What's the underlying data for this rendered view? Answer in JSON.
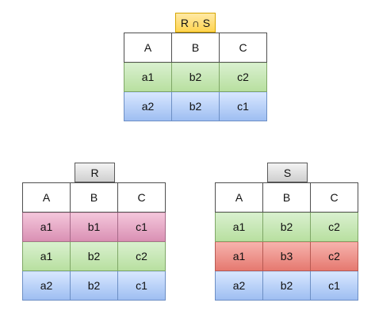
{
  "intersection": {
    "label": "R ∩ S",
    "header": [
      "A",
      "B",
      "C"
    ],
    "rows": [
      {
        "cells": [
          "a1",
          "b2",
          "c2"
        ],
        "color": "green"
      },
      {
        "cells": [
          "a2",
          "b2",
          "c1"
        ],
        "color": "blue"
      }
    ]
  },
  "relation_r": {
    "label": "R",
    "header": [
      "A",
      "B",
      "C"
    ],
    "rows": [
      {
        "cells": [
          "a1",
          "b1",
          "c1"
        ],
        "color": "pink"
      },
      {
        "cells": [
          "a1",
          "b2",
          "c2"
        ],
        "color": "green"
      },
      {
        "cells": [
          "a2",
          "b2",
          "c1"
        ],
        "color": "blue"
      }
    ]
  },
  "relation_s": {
    "label": "S",
    "header": [
      "A",
      "B",
      "C"
    ],
    "rows": [
      {
        "cells": [
          "a1",
          "b2",
          "c2"
        ],
        "color": "green"
      },
      {
        "cells": [
          "a1",
          "b3",
          "c2"
        ],
        "color": "red"
      },
      {
        "cells": [
          "a2",
          "b2",
          "c1"
        ],
        "color": "blue"
      }
    ]
  },
  "colors": {
    "green": "#b7df9f",
    "blue": "#9dbdf1",
    "pink": "#d98fb3",
    "red": "#e5786f",
    "label_yellow": "#ffd44f",
    "label_gray": "#cfcfcf"
  }
}
